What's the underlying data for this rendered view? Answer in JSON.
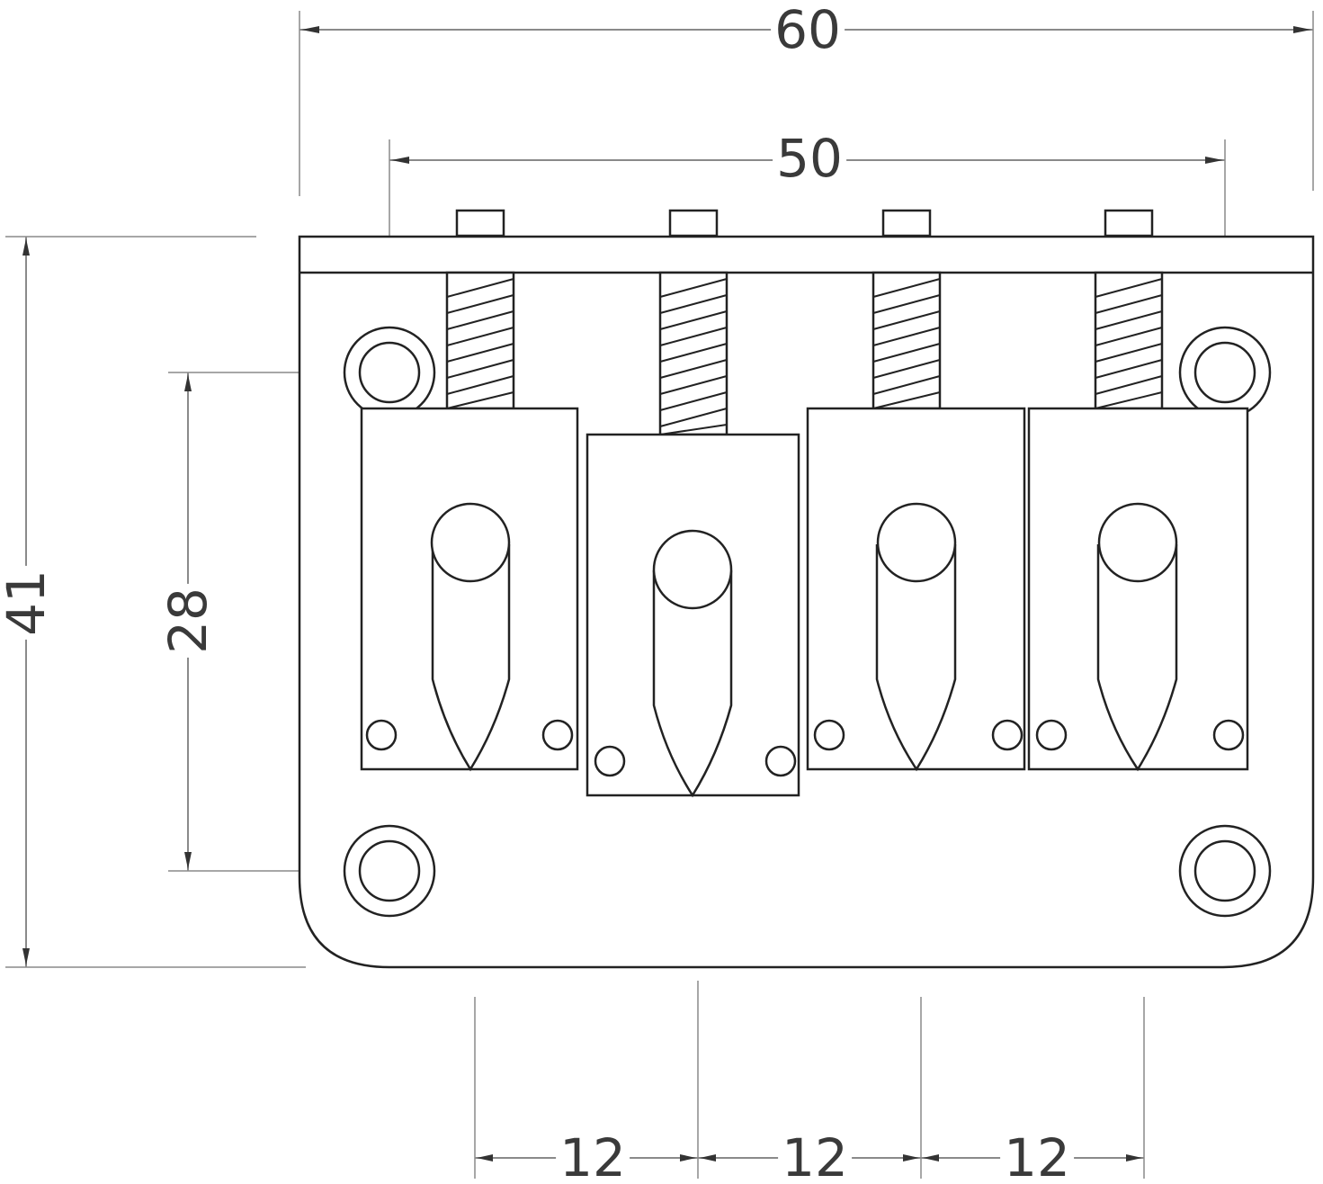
{
  "drawing": {
    "subject": "4-string bridge technical drawing",
    "units": "mm",
    "line_color": "#222222",
    "dimension_color": "#8a8a8a",
    "background": "#ffffff"
  },
  "dimensions": {
    "overall_width": "60",
    "mount_hole_spacing_horizontal": "50",
    "overall_height": "41",
    "mount_hole_spacing_vertical": "28",
    "string_spacing": [
      "12",
      "12",
      "12"
    ]
  },
  "components": {
    "saddles": [
      {
        "id": 1,
        "position": "raised"
      },
      {
        "id": 2,
        "position": "lowered"
      },
      {
        "id": 3,
        "position": "raised"
      },
      {
        "id": 4,
        "position": "raised"
      }
    ],
    "mounting_holes": 4,
    "intonation_screws": 4
  }
}
